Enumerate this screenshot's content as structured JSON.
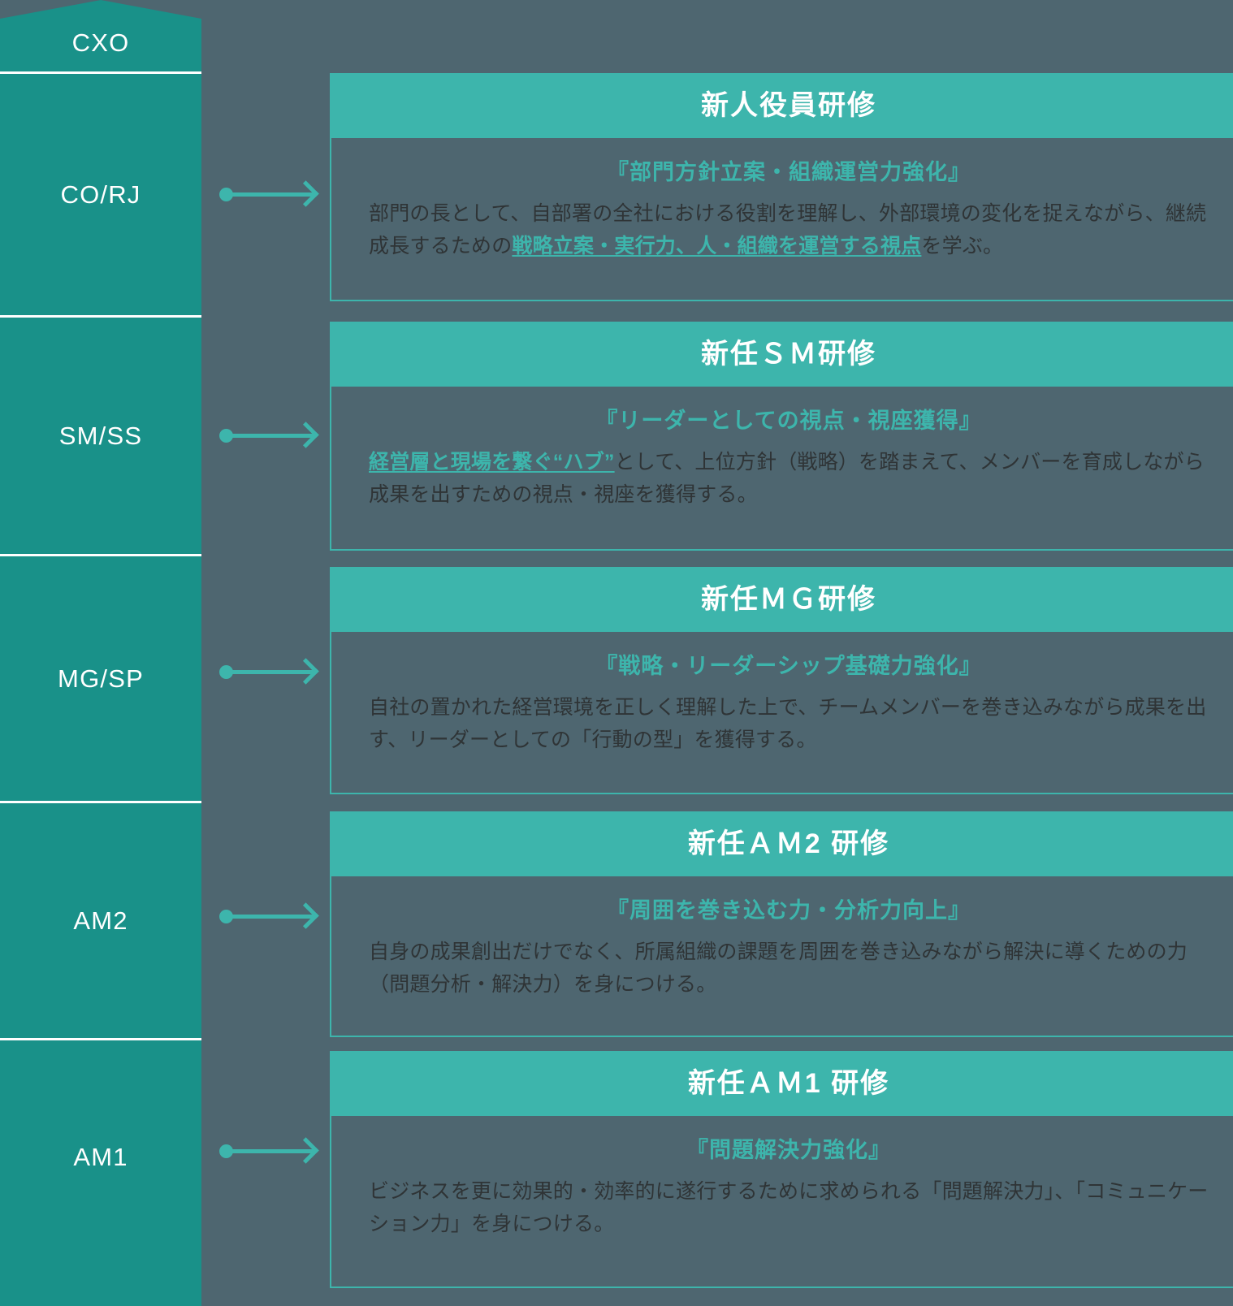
{
  "colors": {
    "background": "#4E6670",
    "ladder_teal": "#199189",
    "accent_teal": "#3DB5AC",
    "divider_white": "#FFFFFF",
    "body_text": "#2F3436",
    "header_text": "#FFFFFF"
  },
  "ladder": {
    "name": "job-grade-ladder",
    "rungs": [
      {
        "label": "CXO",
        "shape": "peaked-pentagon"
      },
      {
        "label": "CO/RJ",
        "shape": "rect"
      },
      {
        "label": "SM/SS",
        "shape": "rect"
      },
      {
        "label": "MG/SP",
        "shape": "rect"
      },
      {
        "label": "AM2",
        "shape": "rect"
      },
      {
        "label": "AM1",
        "shape": "rect"
      }
    ]
  },
  "connectors": [
    {
      "from": "CO/RJ",
      "to": "card-1",
      "icon": "arrow-right-icon"
    },
    {
      "from": "SM/SS",
      "to": "card-2",
      "icon": "arrow-right-icon"
    },
    {
      "from": "MG/SP",
      "to": "card-3",
      "icon": "arrow-right-icon"
    },
    {
      "from": "AM2",
      "to": "card-4",
      "icon": "arrow-right-icon"
    },
    {
      "from": "AM1",
      "to": "card-5",
      "icon": "arrow-right-icon"
    }
  ],
  "cards": [
    {
      "title": "新人役員研修",
      "subtitle": "『部門方針立案・組織運営力強化』",
      "desc_pre": "部門の長として、自部署の全社における役割を理解し、外部環境の変化を捉えながら、継続成長するための",
      "desc_em": "戦略立案・実行力、人・組織を運営する視点",
      "desc_post": "を学ぶ。"
    },
    {
      "title": "新任ＳＭ研修",
      "subtitle": "『リーダーとしての視点・視座獲得』",
      "desc_pre": "",
      "desc_em": "経営層と現場を繋ぐ“ハブ”",
      "desc_post": "として、上位方針（戦略）を踏まえて、メンバーを育成しながら成果を出すための視点・視座を獲得する。"
    },
    {
      "title": "新任ＭＧ研修",
      "subtitle": "『戦略・リーダーシップ基礎力強化』",
      "desc_pre": "自社の置かれた経営環境を正しく理解した上で、チームメンバーを巻き込みながら成果を出す、リーダーとしての「行動の型」を獲得する。",
      "desc_em": "",
      "desc_post": ""
    },
    {
      "title": "新任ＡＭ2 研修",
      "subtitle": "『周囲を巻き込む力・分析力向上』",
      "desc_pre": "自身の成果創出だけでなく、所属組織の課題を周囲を巻き込みながら解決に導くための力（問題分析・解決力）を身につける。",
      "desc_em": "",
      "desc_post": ""
    },
    {
      "title": "新任ＡＭ1 研修",
      "subtitle": "『問題解決力強化』",
      "desc_pre": "ビジネスを更に効果的・効率的に遂行するために求められる「問題解決力」、「コミュニケーション力」を身につける。",
      "desc_em": "",
      "desc_post": ""
    }
  ]
}
